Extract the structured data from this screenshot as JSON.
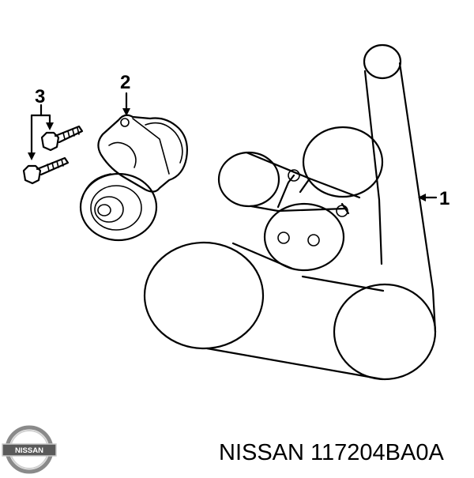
{
  "callouts": {
    "one": "1",
    "two": "2",
    "three": "3"
  },
  "brand": {
    "logo_text": "NISSAN",
    "name": "NISSAN",
    "part_number": "117204BA0A"
  }
}
